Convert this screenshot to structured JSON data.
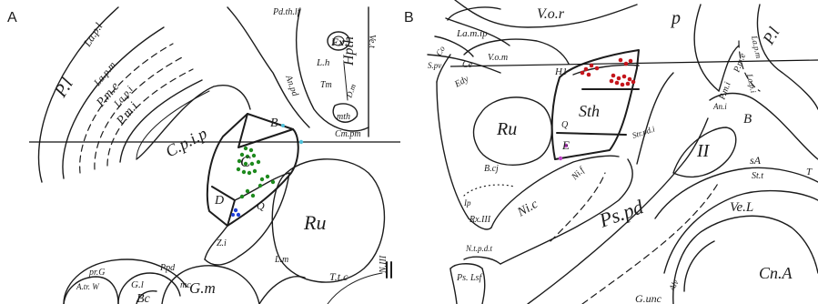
{
  "colors": {
    "ink": "#1c1c1c",
    "green_dots": "#1e8a1e",
    "blue_dots": "#1f3fd6",
    "cyan_dots": "#4fbfd8",
    "red_dots": "#c4161c",
    "magenta_dots": "#c040c8"
  },
  "panel_a": {
    "letter": "A",
    "labels": {
      "P_l": "P.l",
      "La_p_l_top": "La.p.l",
      "La_p_m": "La.p.m",
      "P_m_e": "P.m.e",
      "La_p_i": "La.p.i",
      "P_m_i": "P.m.i",
      "Pd_th_lf": "Pd.th.lf",
      "Ve_t": "Ve.t",
      "Fx": "Fx",
      "L_h": "L.h",
      "Hpth": "Hpth",
      "An_pd": "An.pd",
      "Tm": "Tm",
      "D_m": "D.m",
      "mth": "mth",
      "Cm_pm": "Cm.pm",
      "C_p_i_p": "C.p.i.p",
      "region_B": "B",
      "region_C": "C",
      "region_D": "D",
      "region_Q": "Q",
      "Ru": "Ru",
      "Z_i": "Z.i",
      "pr_G": "pr.G",
      "Ppd": "Ppd",
      "G_l": "G.l",
      "mc": "mc",
      "G_m": "G.m",
      "A_tr_W": "A.tr. W",
      "L_m": "L.m",
      "T_t_c": "T.t.c",
      "N_III": "N.III",
      "Bc": "Bc"
    }
  },
  "panel_b": {
    "letter": "B",
    "labels": {
      "V_o_r": "V.o.r",
      "p": "p",
      "P_l": "P.l",
      "La_p_m": "La.p.m",
      "P_m_e": "P.m.e",
      "La_p_i": "La.p.i",
      "P_m_i": "P.m.i",
      "La_m_ip": "La.m.ip",
      "Co": "Co",
      "S_pv": "S.pv",
      "Ce": "Ce",
      "V_o_m": "V.o.m",
      "Edy": "Edy",
      "H1": "H1",
      "An_i": "An.i",
      "Ru": "Ru",
      "Sth": "Sth",
      "Q": "Q",
      "E": "E",
      "B": "B",
      "II": "II",
      "Str_pd_i": "Str.pd.i",
      "sA": "sA",
      "St_t": "St.t",
      "B_cj": "B.cj",
      "Ni_f": "Ni.f",
      "Ps_pd": "Ps.pd",
      "Ip": "Ip",
      "Rx_III": "Rx.III",
      "Ni_c": "Ni.c",
      "Ve_L": "Ve.L",
      "N_t_p_d_t": "N.t.p.d.t",
      "Ps_Lsf": "Ps. Lsf",
      "Alv": "Alv",
      "Cn_A": "Cn.A",
      "G_unc": "G.unc",
      "T": "T"
    }
  }
}
